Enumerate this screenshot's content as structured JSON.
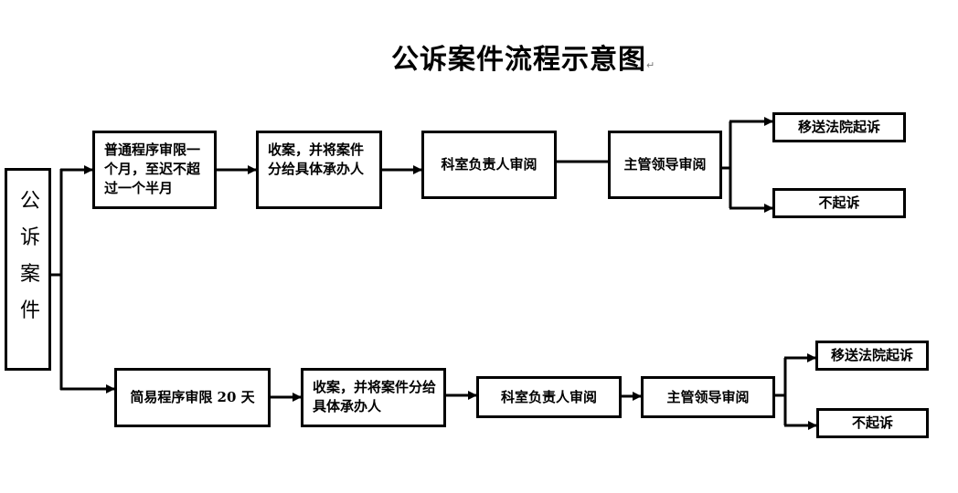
{
  "title": "公诉案件流程示意图",
  "left_box": "公诉案件",
  "top_row": {
    "step1": "普通程序审限一个月，至迟不超过一个半月",
    "step2": "收案，并将案件分给具体承办人",
    "step3": "科室负责人审阅",
    "step4": "主管领导审阅",
    "outcome_yes": "移送法院起诉",
    "outcome_no": "不起诉"
  },
  "bottom_row": {
    "step1": "简易程序审限 20 天",
    "step2": "收案，并将案件分给具体承办人",
    "step3": "科室负责人审阅",
    "step4": "主管领导审阅",
    "outcome_yes": "移送法院起诉",
    "outcome_no": "不起诉"
  },
  "paragraph_mark": "↵"
}
